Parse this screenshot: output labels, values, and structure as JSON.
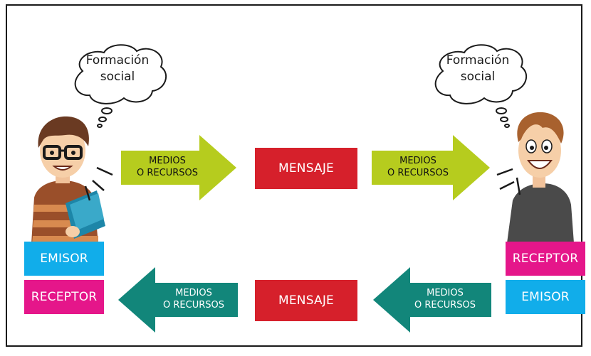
{
  "colors": {
    "emisor": "#11adea",
    "receptor": "#e5168a",
    "mensaje": "#d6202b",
    "arrow_green": "#b6cc1e",
    "arrow_teal": "#12867a"
  },
  "left_person": {
    "thought": "Formación\nsocial",
    "roles": [
      "EMISOR",
      "RECEPTOR"
    ]
  },
  "right_person": {
    "thought": "Formación\nsocial",
    "roles": [
      "RECEPTOR",
      "EMISOR"
    ]
  },
  "top_row": {
    "arrow1": "MEDIOS\nO RECURSOS",
    "message": "MENSAJE",
    "arrow2": "MEDIOS\nO RECURSOS"
  },
  "bottom_row": {
    "arrow1": "MEDIOS\nO RECURSOS",
    "message": "MENSAJE",
    "arrow2": "MEDIOS\nO RECURSOS"
  }
}
